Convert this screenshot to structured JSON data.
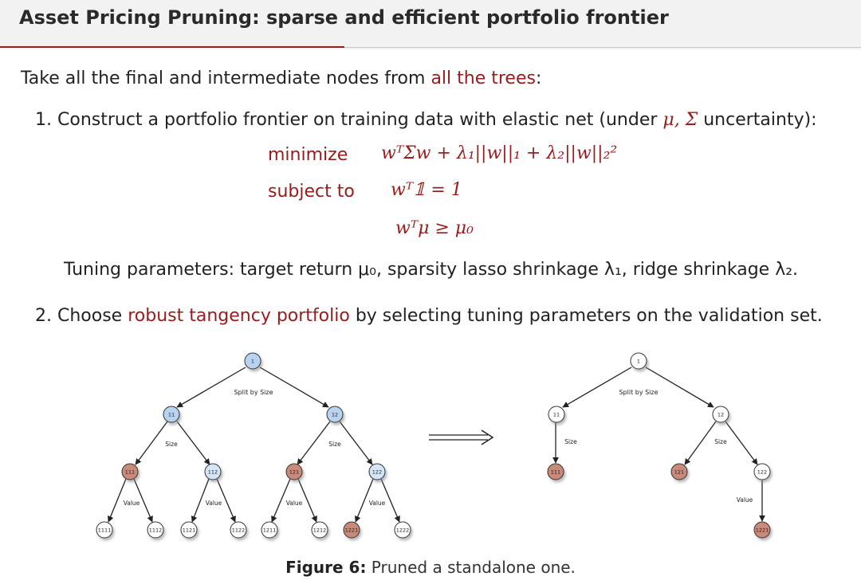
{
  "slide": {
    "title": "Asset Pricing Pruning: sparse and efficient portfolio frontier",
    "intro_prefix": "Take all the final and intermediate nodes from ",
    "intro_highlight": "all the trees",
    "intro_suffix": ":",
    "item1_number": "1.",
    "item1_text": "Construct a portfolio frontier on training data with elastic net (under ",
    "item1_math": "μ, Σ",
    "item1_suffix": " uncertainty):",
    "opt_minimize_kw": "minimize",
    "opt_minimize_expr": "wᵀΣw + λ₁||w||₁ + λ₂||w||₂²",
    "opt_subject_kw": "subject to",
    "opt_constraint1": "wᵀ𝟙 = 1",
    "opt_constraint2": "wᵀμ ≥ μ₀",
    "tuning_text": "Tuning parameters: target return μ₀, sparsity lasso shrinkage λ₁, ridge shrinkage λ₂.",
    "item2_number": "2.",
    "item2_prefix": "Choose ",
    "item2_highlight": "robust tangency portfolio",
    "item2_suffix": " by selecting tuning parameters on the validation set.",
    "caption_label": "Figure 6:",
    "caption_text": " Pruned a standalone one."
  },
  "colors": {
    "accent_red": "#9a1b1b",
    "node_blue": "#b8d3f0",
    "node_red": "#c98a7a",
    "node_white": "#ffffff"
  },
  "left_tree": {
    "split_label": "Split by Size",
    "size_label_left": "Size",
    "size_label_right": "Size",
    "value_labels": [
      "Value",
      "Value",
      "Value",
      "Value"
    ],
    "nodes": [
      "1",
      "11",
      "12",
      "111",
      "112",
      "121",
      "122",
      "1111",
      "1112",
      "1121",
      "1122",
      "1211",
      "1212",
      "1221",
      "1222"
    ]
  },
  "right_tree": {
    "split_label": "Split by Size",
    "size_label_left": "Size",
    "size_label_right": "Size",
    "value_label": "Value",
    "nodes": [
      "1",
      "11",
      "12",
      "111",
      "121",
      "122",
      "1221"
    ]
  }
}
